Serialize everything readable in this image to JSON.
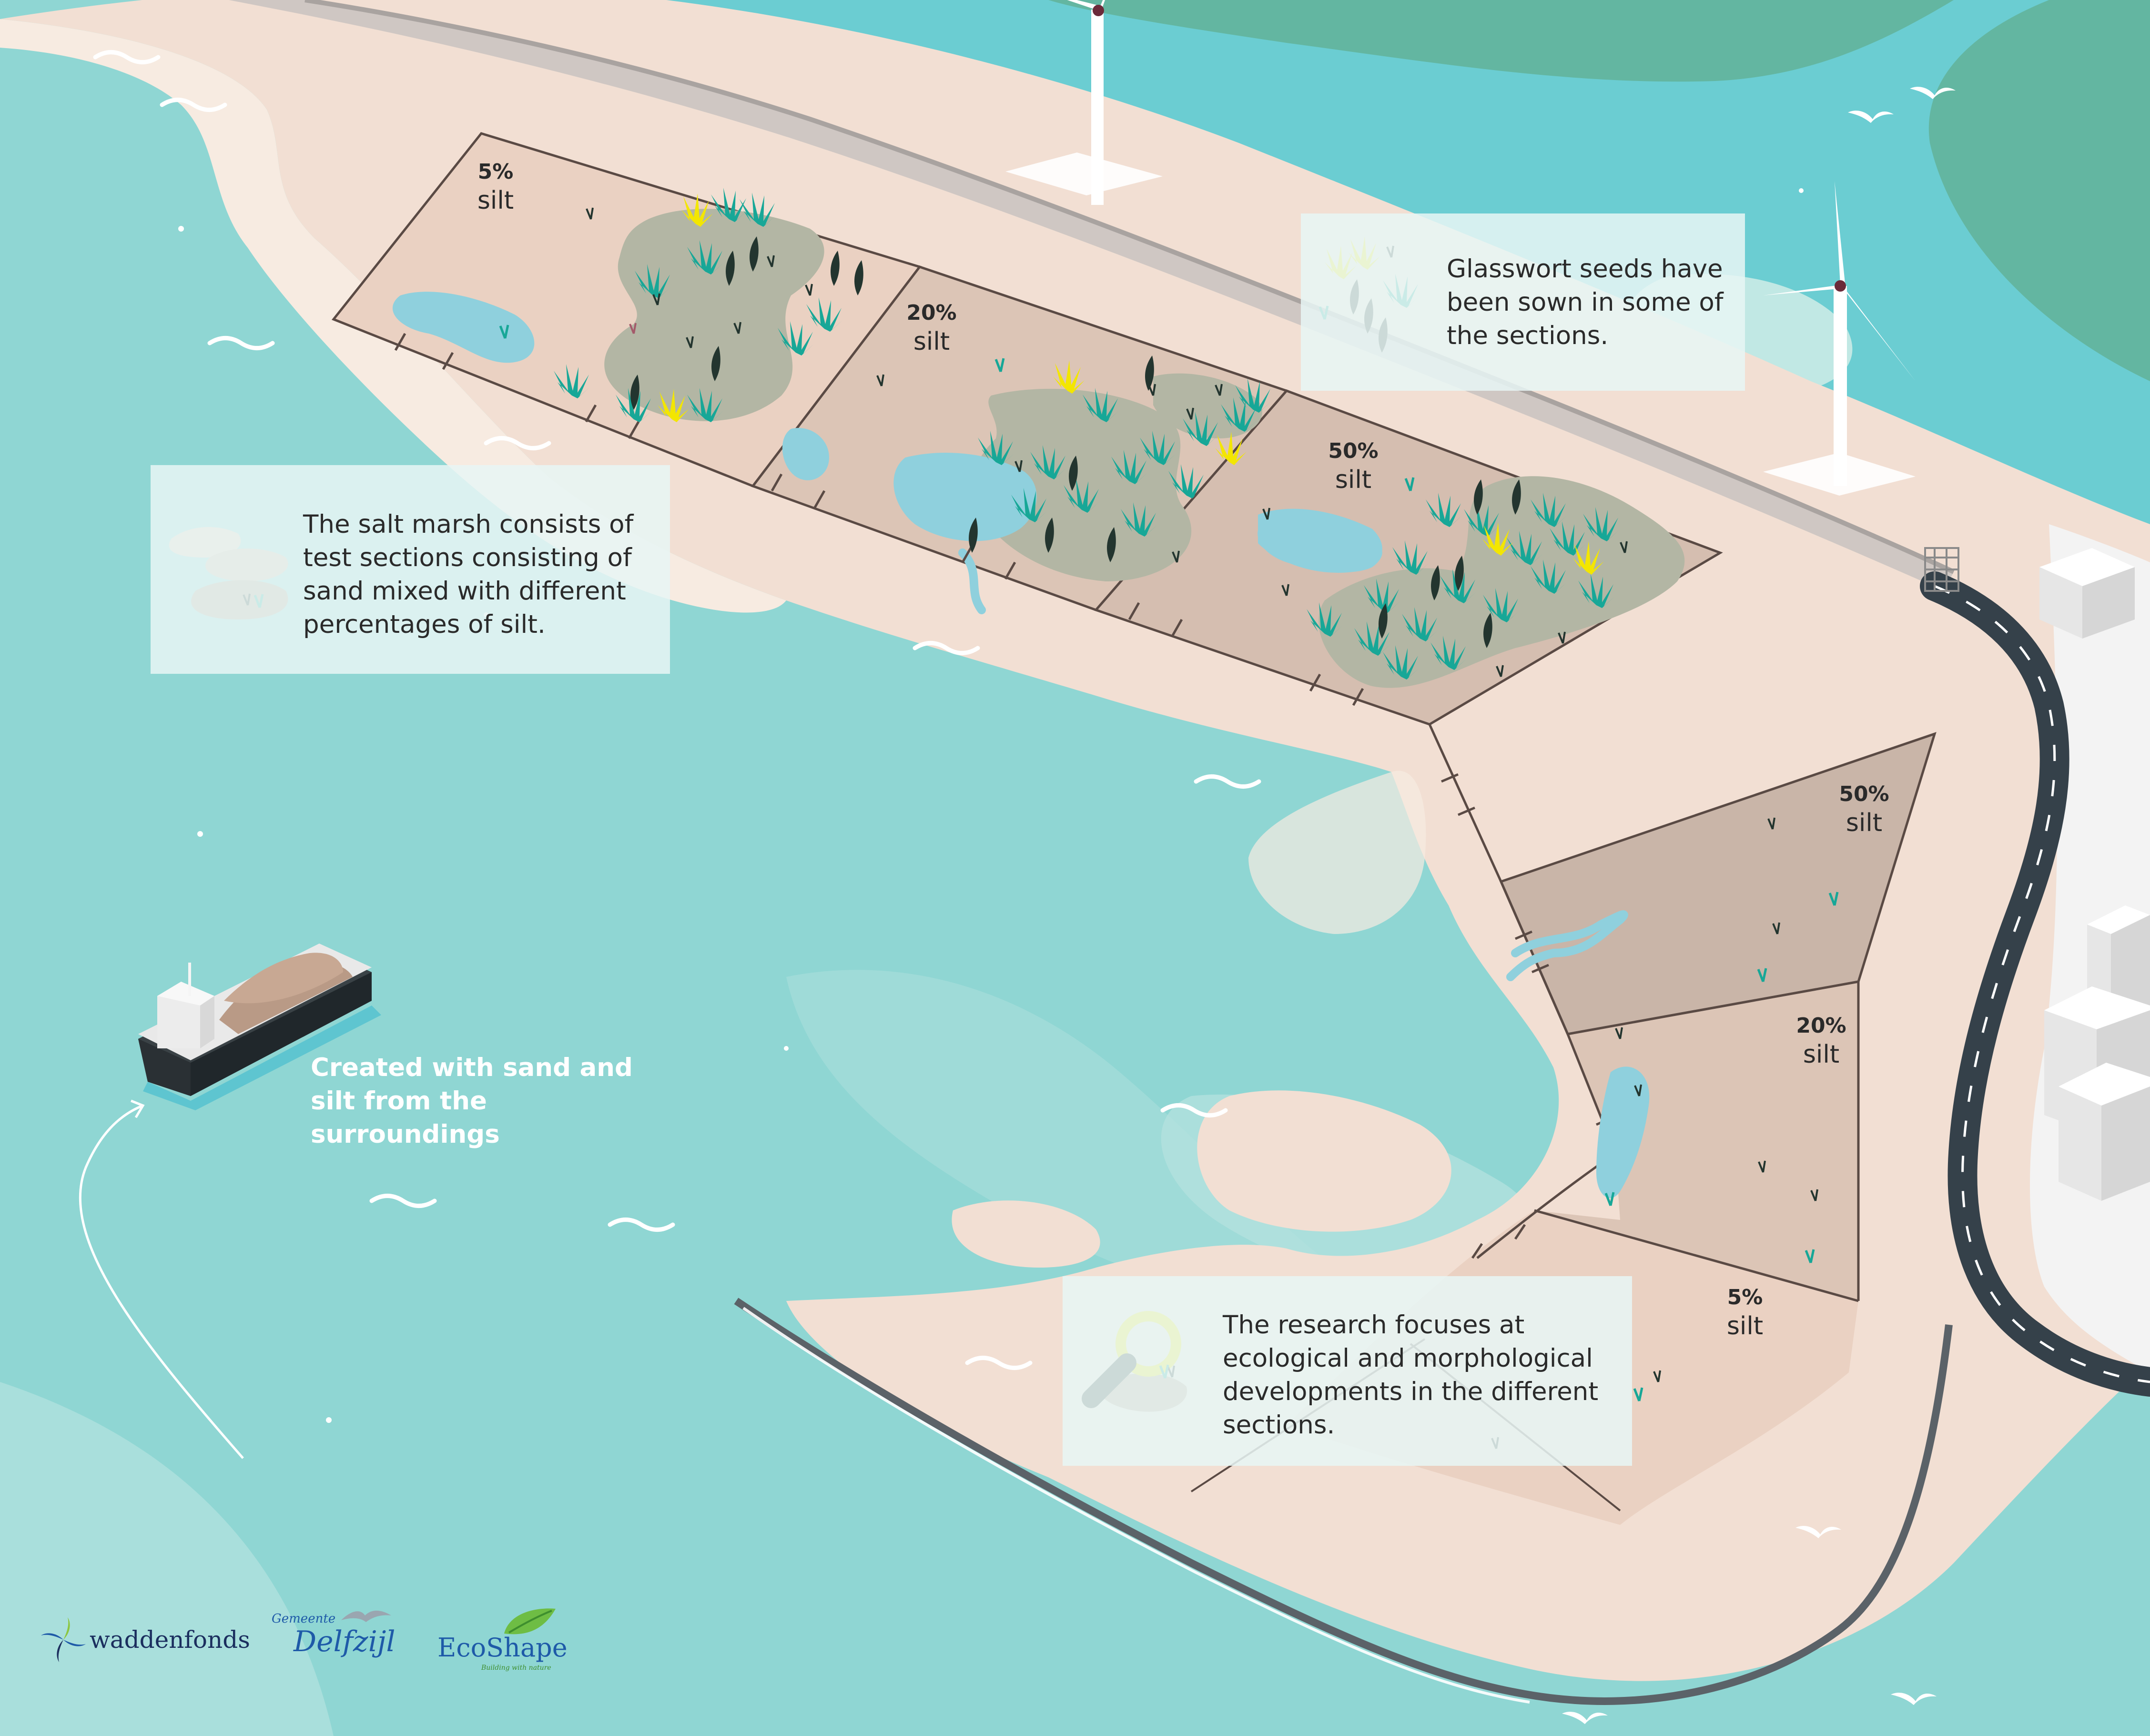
{
  "callouts": {
    "saltmarsh": "The salt marsh consists of test sections consisting of sand mixed with different percentages of silt.",
    "glasswort": "Glasswort seeds have been sown in some of the sections.",
    "research": "The research focuses at ecological and morphological developments in the different sections.",
    "ship": "Created with sand and silt from the surroundings"
  },
  "sections": {
    "upper": [
      {
        "percent": "5%",
        "unit": "silt"
      },
      {
        "percent": "20%",
        "unit": "silt"
      },
      {
        "percent": "50%",
        "unit": "silt"
      }
    ],
    "lower": [
      {
        "percent": "50%",
        "unit": "silt"
      },
      {
        "percent": "20%",
        "unit": "silt"
      },
      {
        "percent": "5%",
        "unit": "silt"
      }
    ]
  },
  "logos": {
    "waddenfonds": "waddenfonds",
    "gemeente": "Gemeente",
    "delfzijl": "Delfzijl",
    "ecoshape": "EcoShape",
    "ecoshape_tagline": "Building with nature"
  },
  "colors": {
    "sea": "#8fd6d3",
    "deep_sea": "#55c8cf",
    "land_green": "#63b6a1",
    "sand": "#f2dfd3",
    "beach": "#f7e7da",
    "silt_low": "#ead1c2",
    "silt_mid": "#dcc5b6",
    "silt_high": "#c9b5a8",
    "vegetation_patch": "#b3b6a4",
    "pond": "#8fd0dd",
    "glasswort_teal": "#17a797",
    "glasswort_dark": "#23352f",
    "seed_yellow": "#f3e600",
    "road": "#35414a",
    "dike_wall": "#5b6268",
    "callout_bg": "#e8f6f5",
    "text": "#2a2a2a"
  },
  "icons": [
    "wind-turbine-icon",
    "ship-icon",
    "magnifier-icon",
    "glasswort-icon",
    "silt-sample-icon",
    "bird-icon",
    "waddenfonds-logo",
    "delfzijl-logo",
    "ecoshape-logo"
  ]
}
